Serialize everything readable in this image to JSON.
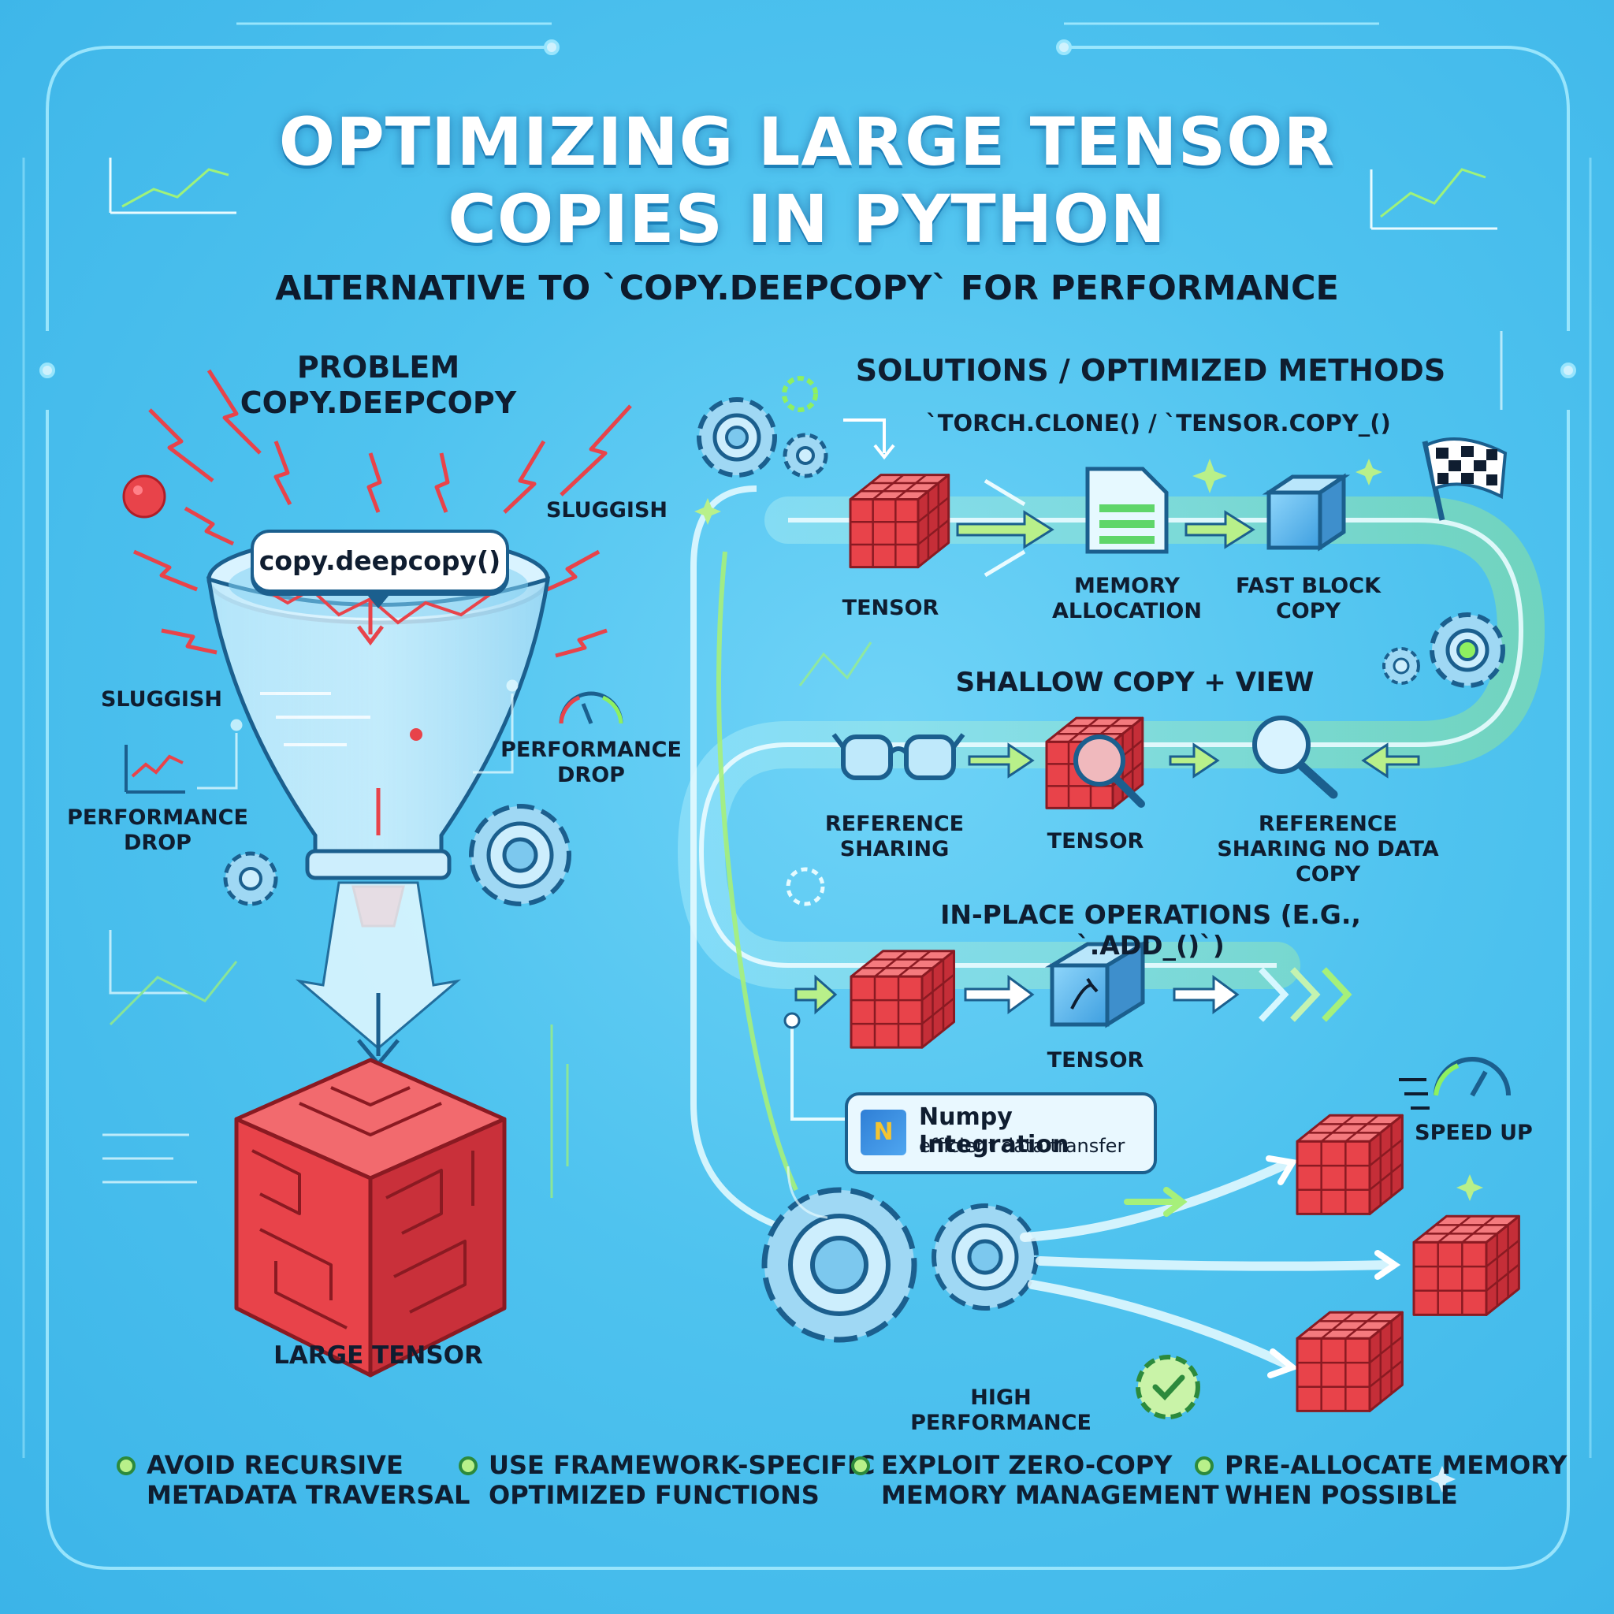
{
  "header": {
    "title_line1": "OPTIMIZING LARGE TENSOR",
    "title_line2": "COPIES IN PYTHON",
    "subtitle": "ALTERNATIVE TO `COPY.DEEPCOPY` FOR PERFORMANCE"
  },
  "problem": {
    "heading_line1": "PROBLEM",
    "heading_line2": "COPY.DEEPCOPY",
    "bubble": "copy.deepcopy()",
    "sluggish_right": "SLUGGISH",
    "sluggish_left": "SLUGGISH",
    "perf_drop_right": "PERFORMANCE DROP",
    "perf_drop_left": "PERFORMANCE DROP",
    "large_tensor": "LARGE TENSOR"
  },
  "solutions": {
    "heading": "SOLUTIONS / OPTIMIZED METHODS",
    "clone": {
      "title": "`TORCH.CLONE() / `TENSOR.COPY_()",
      "step1": "TENSOR",
      "step2": "MEMORY ALLOCATION",
      "step3": "FAST BLOCK COPY"
    },
    "shallow": {
      "title": "SHALLOW COPY + VIEW",
      "step1": "REFERENCE SHARING",
      "step2": "TENSOR",
      "step3": "REFERENCE SHARING NO DATA COPY"
    },
    "inplace": {
      "title": "IN-PLACE OPERATIONS (E.G., `.ADD_()`)",
      "step1": "TENSOR"
    },
    "numpy": {
      "logo": "N",
      "title": "Numpy Integration",
      "subtitle": "efficient data transfer"
    },
    "speed_up": "SPEED UP",
    "high_performance": "HIGH PERFORMANCE"
  },
  "tips": [
    {
      "line1": "AVOID RECURSIVE",
      "line2": "METADATA TRAVERSAL"
    },
    {
      "line1": "USE FRAMEWORK-SPECIFIC",
      "line2": "OPTIMIZED FUNCTIONS"
    },
    {
      "line1": "EXPLOIT ZERO-COPY",
      "line2": "MEMORY MANAGEMENT"
    },
    {
      "line1": "PRE-ALLOCATE MEMORY",
      "line2": "WHEN POSSIBLE"
    }
  ],
  "colors": {
    "background": "#4fc3ef",
    "tensor_red": "#e8434a",
    "accent_green": "#8ef060",
    "outline_navy": "#1b5f8e"
  }
}
